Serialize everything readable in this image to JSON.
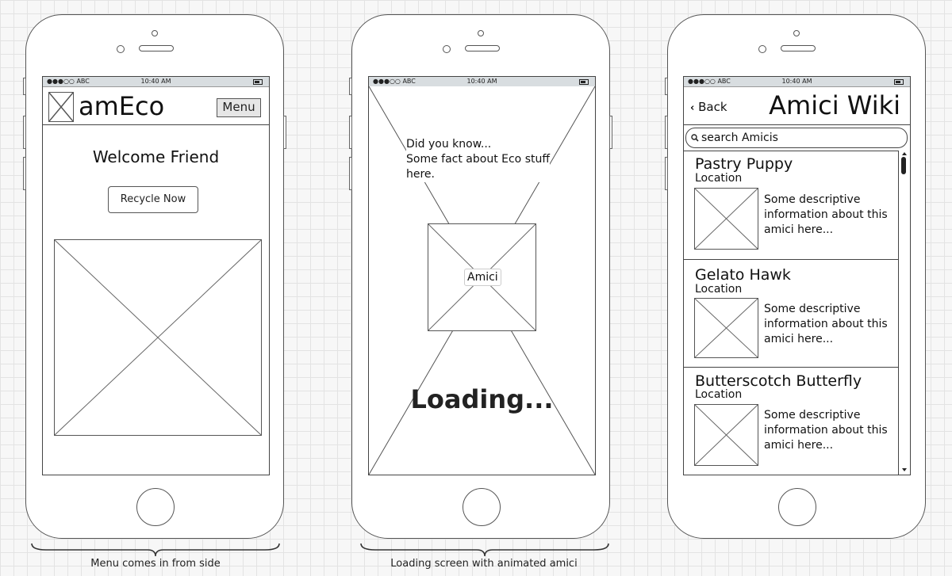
{
  "status_bar": {
    "signal": "●●●○○ ABC",
    "time": "10:40 AM"
  },
  "screen1": {
    "app_name": "amEco",
    "menu_label": "Menu",
    "welcome": "Welcome Friend",
    "recycle_label": "Recycle Now",
    "caption": "Menu comes in from side"
  },
  "screen2": {
    "fact_line1": "Did you know...",
    "fact_line2": "Some fact about Eco stuff",
    "fact_line3": "here.",
    "amici_label": "Amici",
    "loading": "Loading...",
    "caption": "Loading screen with animated amici"
  },
  "screen3": {
    "back_label": "Back",
    "title": "Amici Wiki",
    "search_placeholder": "search Amicis",
    "items": [
      {
        "name": "Pastry Puppy",
        "location": "Location",
        "desc": "Some descriptive information about this amici here..."
      },
      {
        "name": "Gelato Hawk",
        "location": "Location",
        "desc": "Some descriptive information about this amici here..."
      },
      {
        "name": "Butterscotch Butterfly",
        "location": "Location",
        "desc": "Some descriptive information about this amici here..."
      }
    ]
  }
}
